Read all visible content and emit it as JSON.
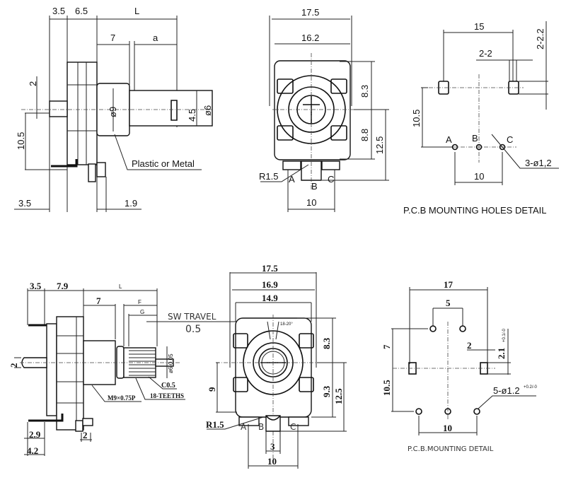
{
  "top_side_view": {
    "dim_3_5_top": "3.5",
    "dim_6_5": "6.5",
    "dim_L": "L",
    "dim_7": "7",
    "dim_a": "a",
    "dim_2": "2",
    "dim_10_5": "10.5",
    "dim_d9": "ø9",
    "dim_4_5": "4.5",
    "dim_d6": "ø6",
    "material_note": "Plastic or Metal",
    "dim_3_5_bottom": "3.5",
    "dim_1_9": "1.9"
  },
  "top_front_view": {
    "dim_17_5": "17.5",
    "dim_16_2": "16.2",
    "dim_8_3": "8.3",
    "dim_8_8": "8.8",
    "dim_12_5": "12.5",
    "radius": "R1.5",
    "pin_a": "A",
    "pin_b": "B",
    "pin_c": "C",
    "dim_10": "10"
  },
  "top_pcb_detail": {
    "dim_15": "15",
    "dim_2_2": "2-2",
    "dim_2_2_2": "2-2.2",
    "dim_10_5": "10.5",
    "pin_a": "A",
    "pin_b": "B",
    "pin_c": "C",
    "holes": "3-ø1,2",
    "dim_10": "10",
    "caption": "P.C.B MOUNTING HOLES DETAIL"
  },
  "bottom_side_view": {
    "dim_3_5": "3.5",
    "dim_7_9": "7.9",
    "dim_L": "L",
    "dim_7": "7",
    "dim_F": "F",
    "dim_G": "G",
    "sw_travel_label": "SW TRAVEL",
    "sw_travel_value": "0.5",
    "dim_2_left": "2",
    "shaft_dia": "ø6-0.05",
    "chamfer": "C0.5",
    "thread": "M9×0.75P",
    "teeth": "18-TEETHS",
    "dim_2_9": "2.9",
    "dim_2_bottom": "2",
    "dim_4_2": "4.2"
  },
  "bottom_front_view": {
    "dim_17_5": "17.5",
    "dim_16_9": "16.9",
    "dim_14_9": "14.9",
    "angle": "18-20°",
    "dim_9": "9",
    "dim_8_3": "8.3",
    "dim_9_3": "9.3",
    "dim_12_5": "12.5",
    "radius": "R1.5",
    "pin_a": "A",
    "pin_b": "B",
    "pin_c": "C",
    "dim_3": "3",
    "dim_10": "10"
  },
  "bottom_pcb_detail": {
    "dim_17": "17",
    "dim_5": "5",
    "dim_7": "7",
    "dim_2": "2",
    "dim_2_1": "2.1",
    "tol_2_1": "+0.1/-0",
    "dim_10_5": "10.5",
    "holes": "5-ø1.2",
    "tol_holes": "+0.2/-0",
    "dim_10": "10",
    "caption": "P.C.B.MOUNTING DETAIL"
  }
}
